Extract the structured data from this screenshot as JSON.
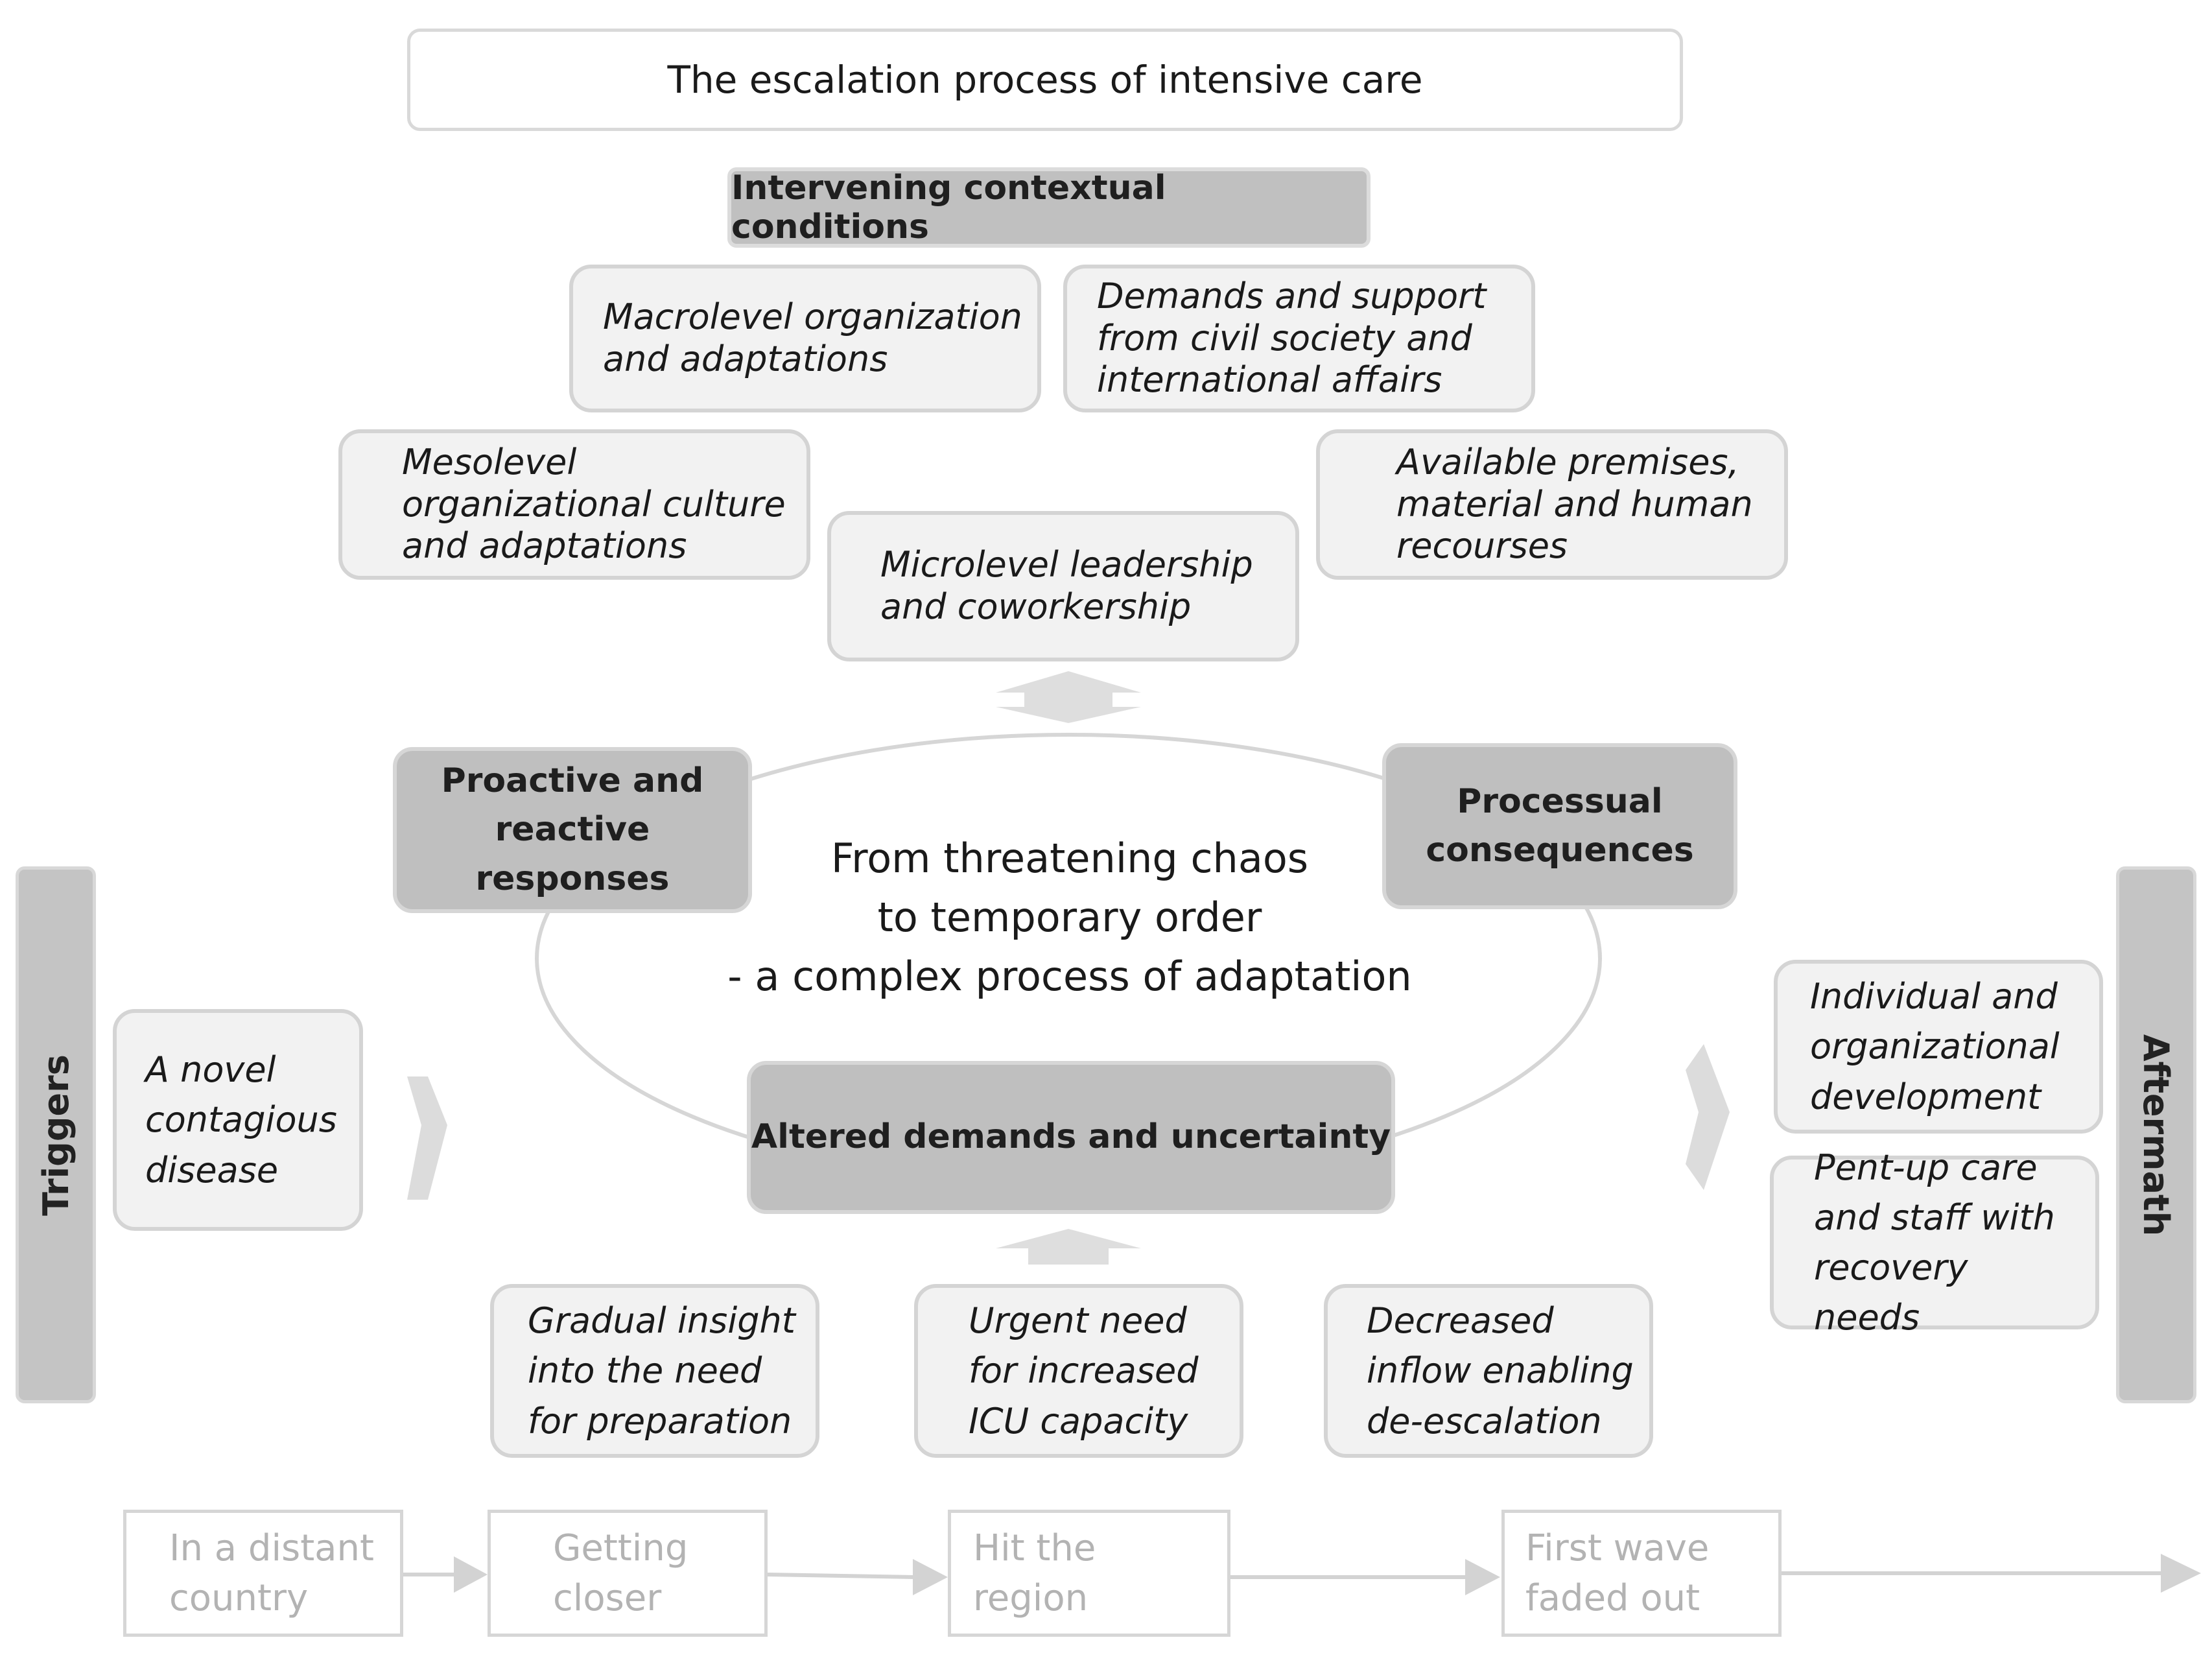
{
  "title": "The escalation process of intensive care",
  "context": {
    "header": "Intervening contextual conditions",
    "macro": "Macrolevel organization and adaptations",
    "civil": "Demands and support from civil society and international affairs",
    "meso": "Mesolevel organizational culture and adaptations",
    "resources": "Available premises, material and human recourses",
    "micro": "Microlevel leadership and coworkership"
  },
  "cycle": {
    "proactive": "Proactive and reactive responses",
    "processual": "Processual consequences",
    "altered": "Altered demands and uncertainty",
    "center_line1": "From threatening chaos",
    "center_line2": "to temporary order",
    "center_line3": "- a complex process of adaptation"
  },
  "triggers": {
    "label": "Triggers",
    "item": "A novel contagious disease"
  },
  "aftermath": {
    "label": "Aftermath",
    "items": [
      "Individual and organizational development",
      "Pent-up care and staff with recovery needs"
    ]
  },
  "demands": [
    "Gradual insight into the need for preparation",
    "Urgent need for increased ICU capacity",
    "Decreased inflow enabling de-escalation"
  ],
  "timeline": [
    "In a distant country",
    "Getting closer",
    "Hit the region",
    "First wave faded out"
  ],
  "colors": {
    "dark_box": "#bfbfbf",
    "light_box": "#f2f2f2",
    "border": "#d4d4d4",
    "arrow": "#d9d9d9",
    "faded_text": "#b3b3b3"
  }
}
